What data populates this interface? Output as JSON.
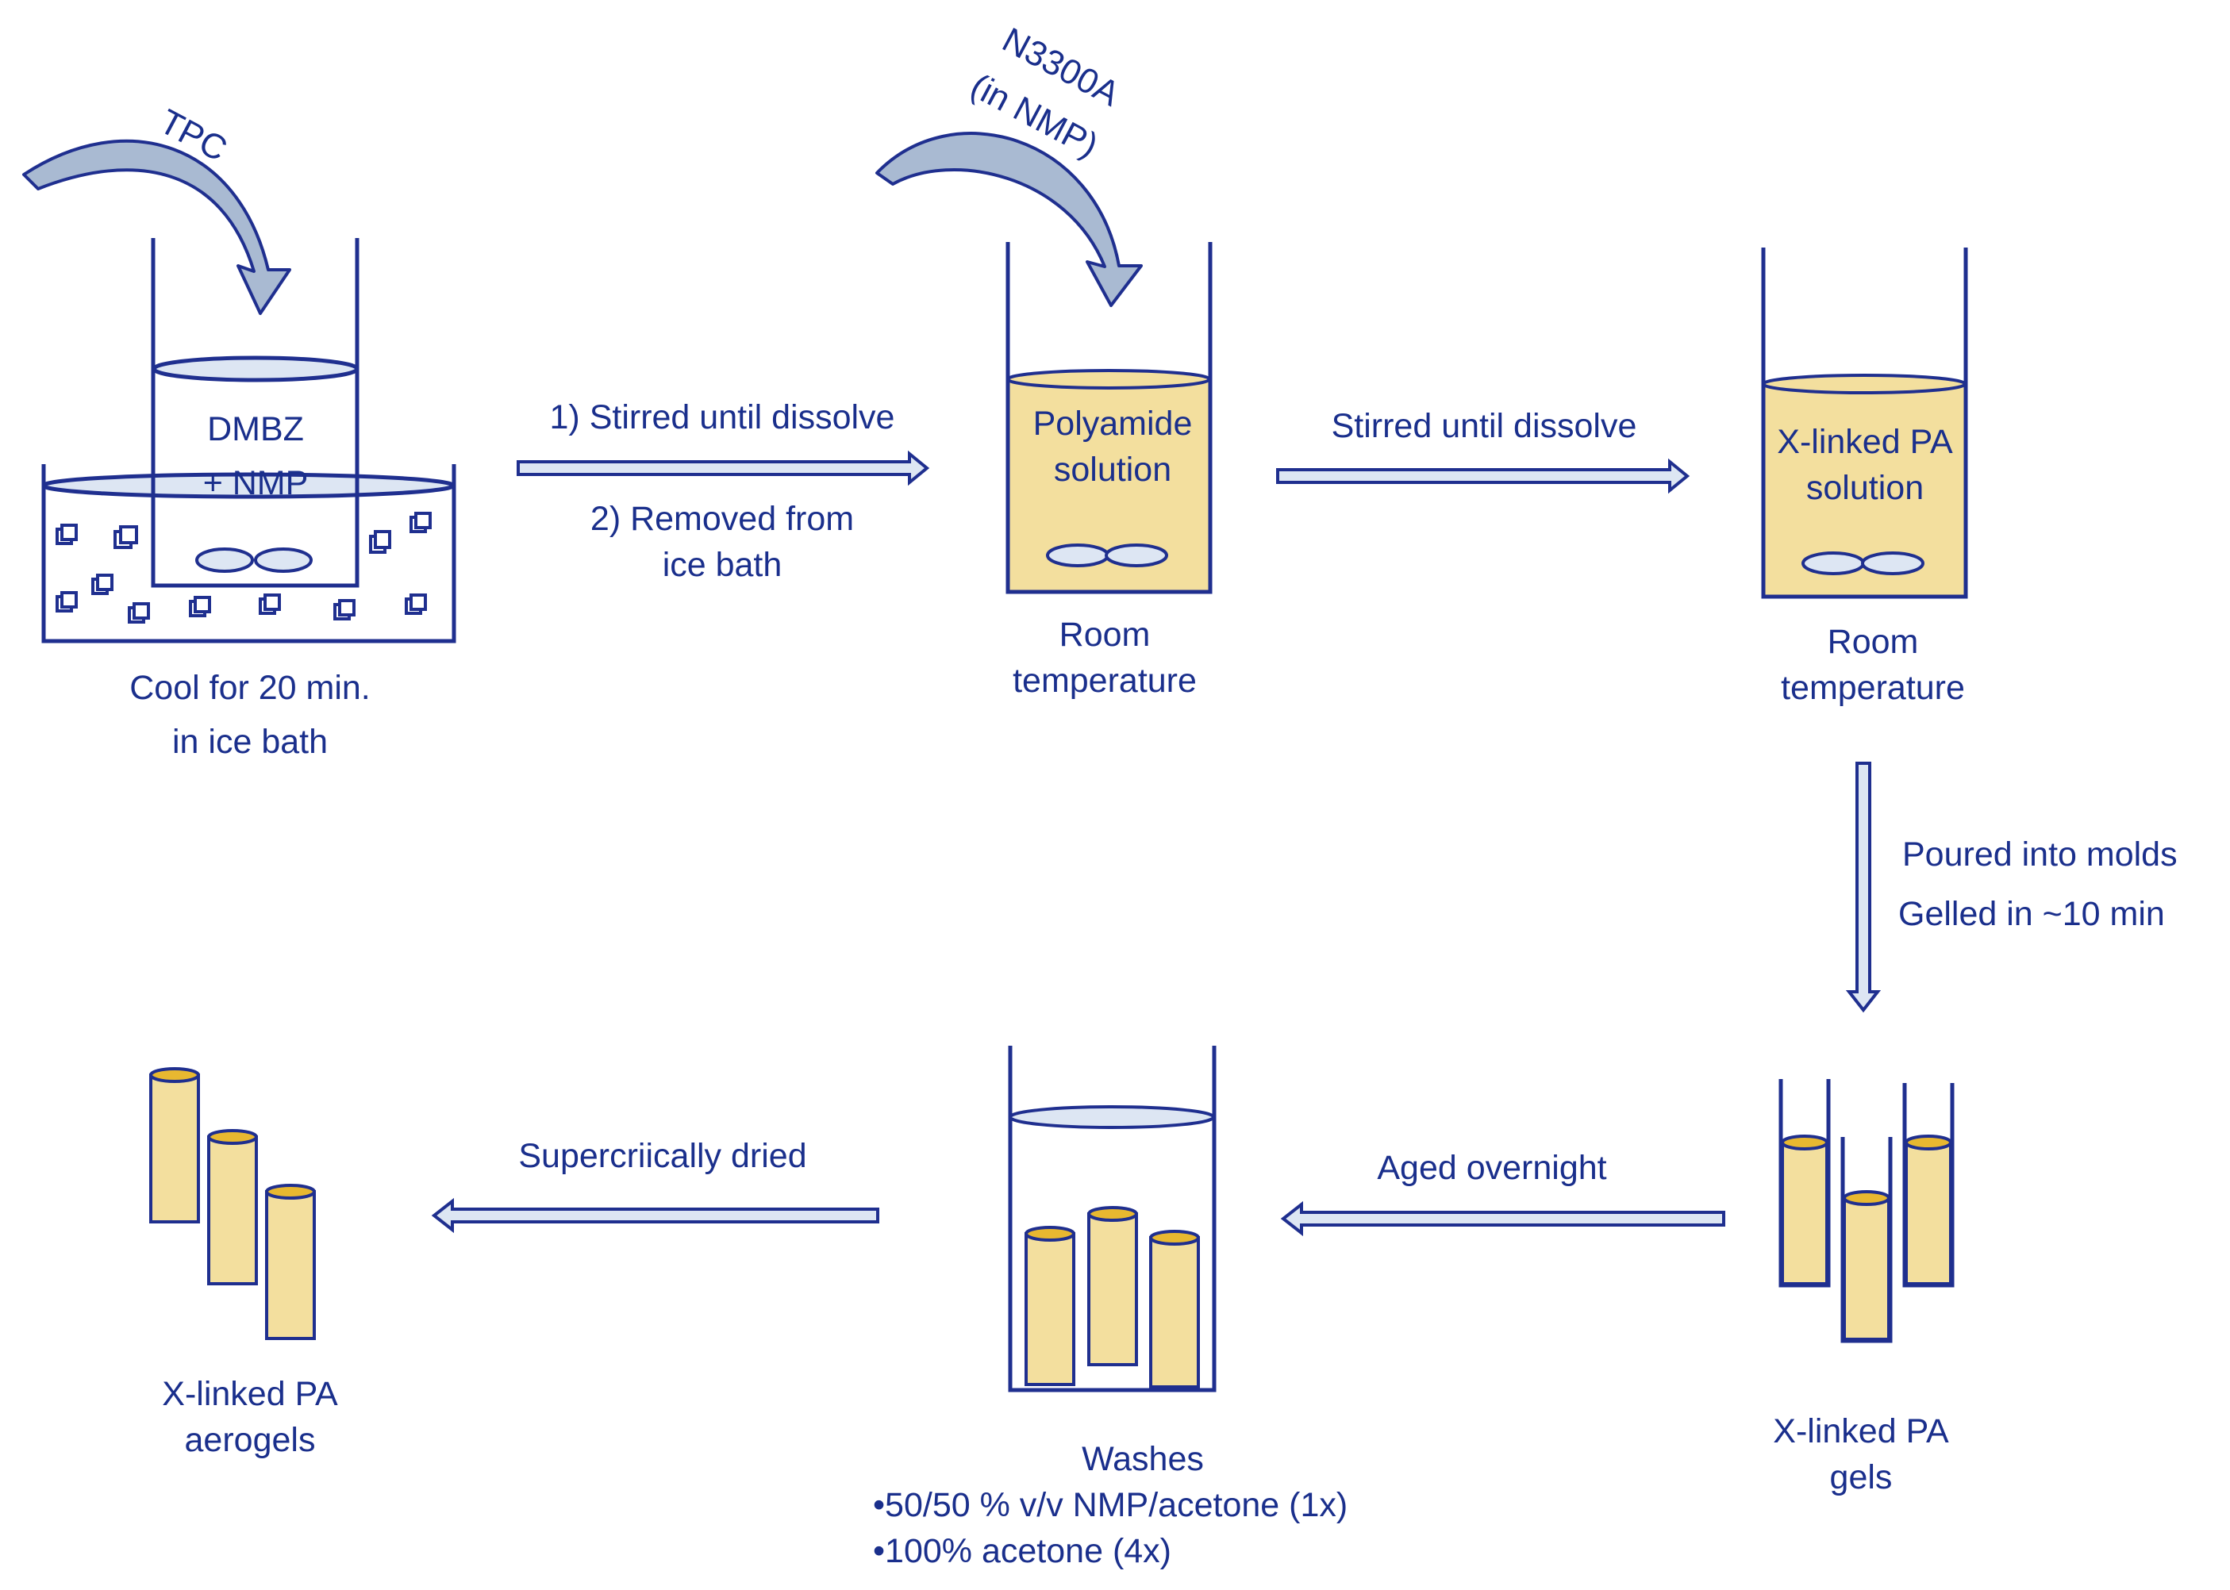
{
  "diagram": {
    "colors": {
      "line": "#1f2f8f",
      "text": "#1a2f8c",
      "fill": "#f3df9e",
      "gel_top": "#e8b830",
      "glass_fill": "#dde6f3",
      "arrow_fill": "#dde6f3",
      "reagent_arrow": "#a9bad2"
    },
    "reagents": {
      "tpc": "TPC",
      "n3300a_line1": "N3300A",
      "n3300a_line2": "(in NMP)"
    },
    "steps": {
      "ice_bath": {
        "beaker_line1": "DMBZ",
        "beaker_line2": "+ NMP",
        "caption_line1": "Cool for 20 min.",
        "caption_line2": "in ice bath"
      },
      "polyamide": {
        "beaker_line1": "Polyamide",
        "beaker_line2": "solution",
        "caption_line1": "Room",
        "caption_line2": "temperature"
      },
      "xlinked_solution": {
        "beaker_line1": "X-linked PA",
        "beaker_line2": "solution",
        "caption_line1": "Room",
        "caption_line2": "temperature"
      },
      "gels": {
        "caption_line1": "X-linked PA",
        "caption_line2": "gels"
      },
      "washes": {
        "caption_line1": "Washes",
        "bullet1": "•50/50 % v/v NMP/acetone (1x)",
        "bullet2": "•100% acetone (4x)"
      },
      "aerogels": {
        "caption_line1": "X-linked PA",
        "caption_line2": "aerogels"
      }
    },
    "transitions": {
      "t1_line1": "1) Stirred until dissolve",
      "t1_line2": "2) Removed from",
      "t1_line3": "ice bath",
      "t2": "Stirred until dissolve",
      "t3_line1": "Poured into molds",
      "t3_line2": "Gelled in ~10 min",
      "t4": "Aged overnight",
      "t5": "Supercriically dried"
    }
  }
}
